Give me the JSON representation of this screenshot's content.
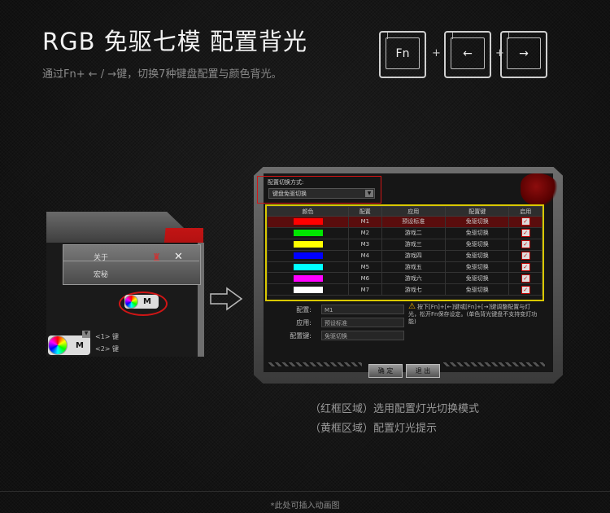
{
  "header": {
    "title": "RGB 免驱七模 配置背光",
    "subtitle": "通过Fn+ ← / →键，切换7种键盘配置与颜色背光。"
  },
  "keys": {
    "fn": "Fn",
    "plus1": "+",
    "left": "←",
    "plus2": "+",
    "right": "→"
  },
  "left_window": {
    "tab_about": "关于",
    "tab_macro": "宏秘",
    "mode_button": "M",
    "mode_button2": "M",
    "rows": [
      "<1> 键",
      "<2> 键"
    ]
  },
  "main_window": {
    "switch_label": "配置切换方式:",
    "switch_value": "键盘免驱切换",
    "columns": [
      "颜色",
      "配置",
      "应用",
      "配置键",
      "启用"
    ],
    "rows": [
      {
        "color": "#ff0000",
        "config": "M1",
        "app": "预设标准",
        "key": "免驱切换",
        "enabled": "✓"
      },
      {
        "color": "#00e600",
        "config": "M2",
        "app": "游戏二",
        "key": "免驱切换",
        "enabled": "✓"
      },
      {
        "color": "#ffff00",
        "config": "M3",
        "app": "游戏三",
        "key": "免驱切换",
        "enabled": "✓"
      },
      {
        "color": "#0000ff",
        "config": "M4",
        "app": "游戏四",
        "key": "免驱切换",
        "enabled": "✓"
      },
      {
        "color": "#00ffff",
        "config": "M5",
        "app": "游戏五",
        "key": "免驱切换",
        "enabled": "✓"
      },
      {
        "color": "#ff00ff",
        "config": "M6",
        "app": "游戏六",
        "key": "免驱切换",
        "enabled": "✓"
      },
      {
        "color": "#ffffff",
        "config": "M7",
        "app": "游戏七",
        "key": "免驱切换",
        "enabled": "✓"
      }
    ],
    "fields": {
      "config_label": "配置:",
      "config_value": "M1",
      "app_label": "应用:",
      "app_value": "预设标准",
      "key_label": "配置键:",
      "key_value": "免驱切换"
    },
    "warning": "按下[Fn]+[←]键或[Fn]+[→]键调整配置与灯光，松开Fn保存设定。(单色背光键盘不支持变灯功能)",
    "ok": "确 定",
    "exit": "退 出"
  },
  "notes": {
    "red": "（红框区域）选用配置灯光切换模式",
    "yellow": "（黄框区域）配置灯光提示"
  },
  "footer": "*此处可插入动画图"
}
